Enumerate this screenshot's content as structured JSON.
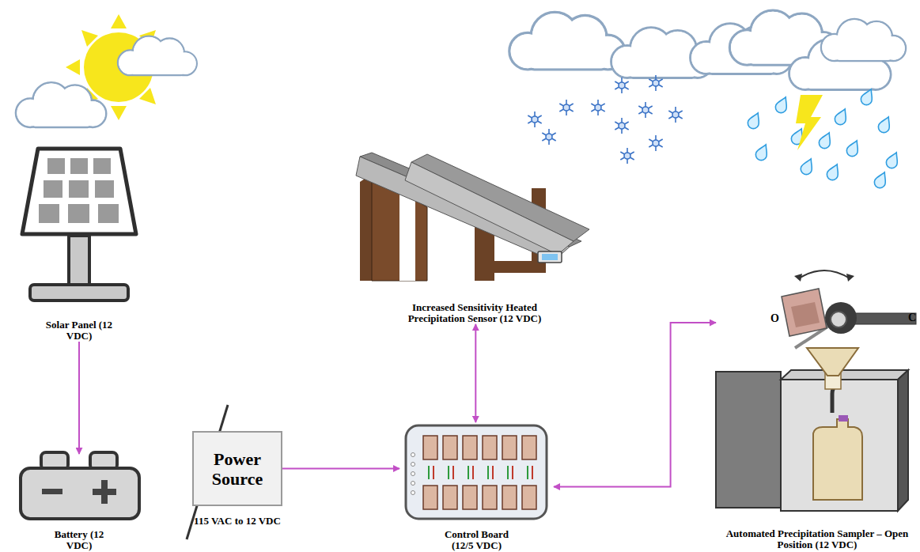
{
  "diagram": {
    "nodes": [
      {
        "text": [
          "Solar Panel (12 VDC)"
        ]
      },
      {
        "text": [
          "Increased Sensitivity Heated Precipitation Sensor (12 VDC)"
        ]
      },
      {
        "text": [
          "Battery (12 VDC)"
        ]
      },
      {
        "text": [
          "Power Source",
          "115 VAC to 12 VDC"
        ]
      },
      {
        "text": [
          "Control Board (12/5 VDC)"
        ]
      },
      {
        "text": [
          "Automated Precipitation Sampler – Open Position (12 VDC)"
        ]
      }
    ],
    "edges": [
      {
        "from": 0,
        "to": 2,
        "arrow": "to"
      },
      {
        "from": 3,
        "to": 4,
        "arrow": "to"
      },
      {
        "from": 1,
        "to": 4,
        "arrow": "both"
      },
      {
        "from": 4,
        "to": 5,
        "arrow": "both"
      }
    ],
    "labels": [
      "O",
      "C"
    ]
  }
}
